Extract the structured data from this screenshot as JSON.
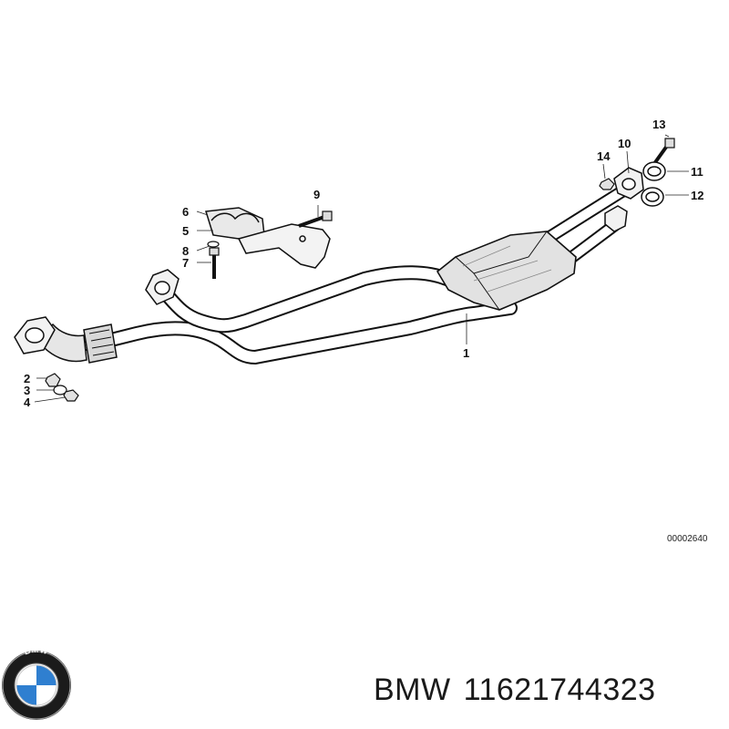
{
  "diagram": {
    "reference_code": "00002640",
    "callouts": [
      {
        "id": "c1",
        "label": "1"
      },
      {
        "id": "c2",
        "label": "2"
      },
      {
        "id": "c3",
        "label": "3"
      },
      {
        "id": "c4",
        "label": "4"
      },
      {
        "id": "c5",
        "label": "5"
      },
      {
        "id": "c6",
        "label": "6"
      },
      {
        "id": "c7",
        "label": "7"
      },
      {
        "id": "c8",
        "label": "8"
      },
      {
        "id": "c9",
        "label": "9"
      },
      {
        "id": "c10",
        "label": "10"
      },
      {
        "id": "c11",
        "label": "11"
      },
      {
        "id": "c12",
        "label": "12"
      },
      {
        "id": "c13",
        "label": "13"
      },
      {
        "id": "c14",
        "label": "14"
      }
    ]
  },
  "brand": {
    "logo_text": "BMW",
    "name": "BMW",
    "part_number": "11621744323",
    "colors": {
      "blue": "#2f7fd0",
      "white": "#ffffff",
      "black": "#111111"
    }
  }
}
